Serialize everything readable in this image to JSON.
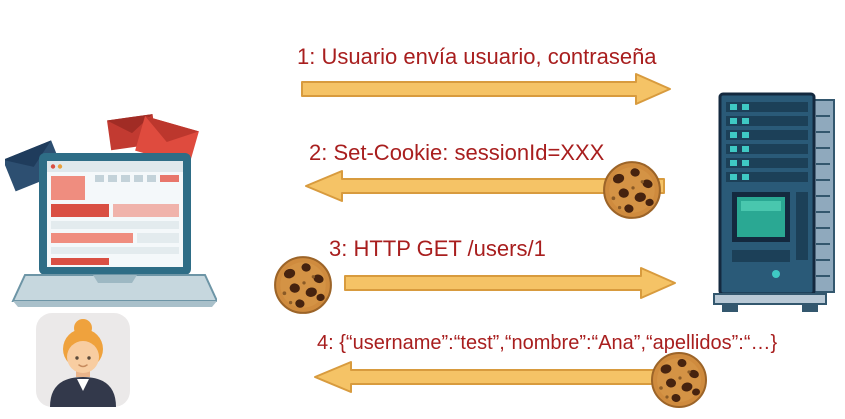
{
  "diagram": {
    "kind": "sequence-diagram-cookie-session-flow",
    "client": {
      "icon": "laptop-client-icon",
      "avatar": "female-user-avatar-icon"
    },
    "server": {
      "icon": "server-tower-icon"
    },
    "messages": [
      {
        "label": "1: Usuario envía usuario, contraseña",
        "direction": "right",
        "cookie": "none"
      },
      {
        "label": "2: Set-Cookie: sessionId=XXX",
        "direction": "left",
        "cookie": "right"
      },
      {
        "label": "3: HTTP GET /users/1",
        "direction": "right",
        "cookie": "left"
      },
      {
        "label": "4: {“username”:“test”,“nombre”:“Ana”,“apellidos”:“…}",
        "direction": "left",
        "cookie": "right"
      }
    ],
    "colors": {
      "label_color": "#a81e1e",
      "arrow_fill": "#f5c366",
      "arrow_stroke": "#d89b3e"
    }
  }
}
